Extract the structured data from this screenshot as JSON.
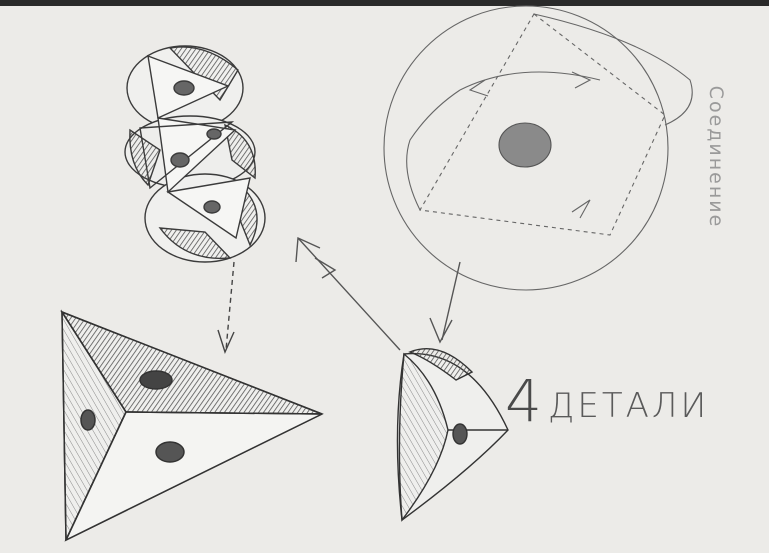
{
  "sketch": {
    "caption_number": "4",
    "caption_word": "ДЕТАЛИ",
    "vertical_note": "Соединение"
  },
  "colors": {
    "paper": "#ecebe8",
    "pencil": "#3b3b3b",
    "shade": "#6f6f6f",
    "background": "#1a1a1a"
  }
}
